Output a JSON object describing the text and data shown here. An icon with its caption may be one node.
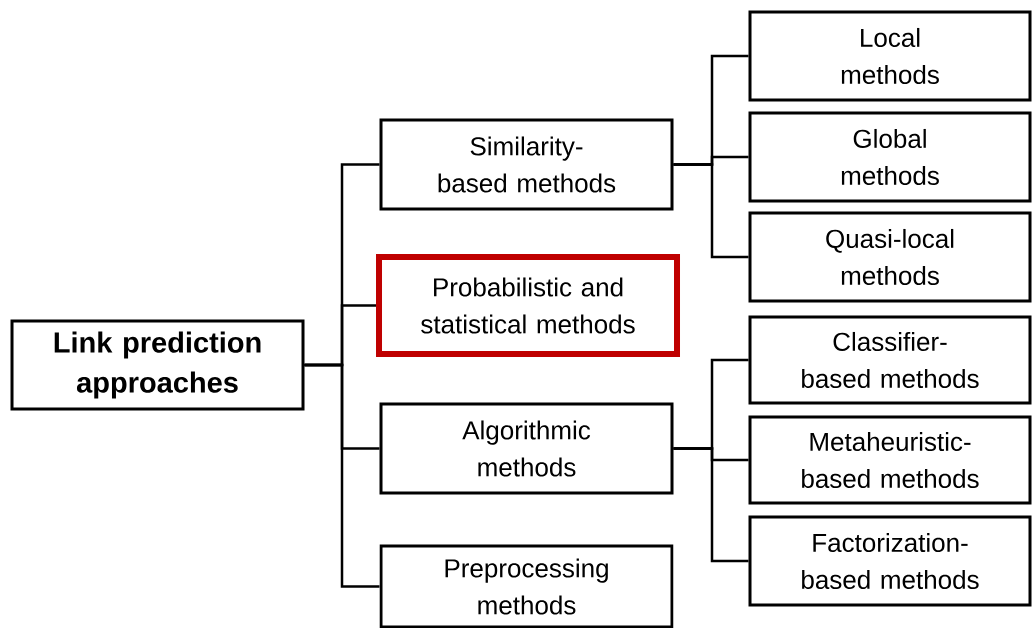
{
  "diagram": {
    "nodes": [
      {
        "text": [
          "Link prediction approaches"
        ]
      },
      {
        "text": [
          "Similarity-based methods"
        ]
      },
      {
        "text": [
          "Probabilistic and statistical methods"
        ]
      },
      {
        "text": [
          "Algorithmic methods"
        ]
      },
      {
        "text": [
          "Preprocessing methods"
        ]
      },
      {
        "text": [
          "Local methods"
        ]
      },
      {
        "text": [
          "Global methods"
        ]
      },
      {
        "text": [
          "Quasi-local methods"
        ]
      },
      {
        "text": [
          "Classifier-based methods"
        ]
      },
      {
        "text": [
          "Metaheuristic-based methods"
        ]
      },
      {
        "text": [
          "Factorization-based methods"
        ]
      }
    ],
    "edges": [
      {
        "from": 0,
        "to": 1,
        "arrow": "none"
      },
      {
        "from": 0,
        "to": 2,
        "arrow": "none"
      },
      {
        "from": 0,
        "to": 3,
        "arrow": "none"
      },
      {
        "from": 0,
        "to": 4,
        "arrow": "none"
      },
      {
        "from": 1,
        "to": 5,
        "arrow": "none"
      },
      {
        "from": 1,
        "to": 6,
        "arrow": "none"
      },
      {
        "from": 1,
        "to": 7,
        "arrow": "none"
      },
      {
        "from": 3,
        "to": 8,
        "arrow": "none"
      },
      {
        "from": 3,
        "to": 9,
        "arrow": "none"
      },
      {
        "from": 3,
        "to": 10,
        "arrow": "none"
      }
    ]
  }
}
